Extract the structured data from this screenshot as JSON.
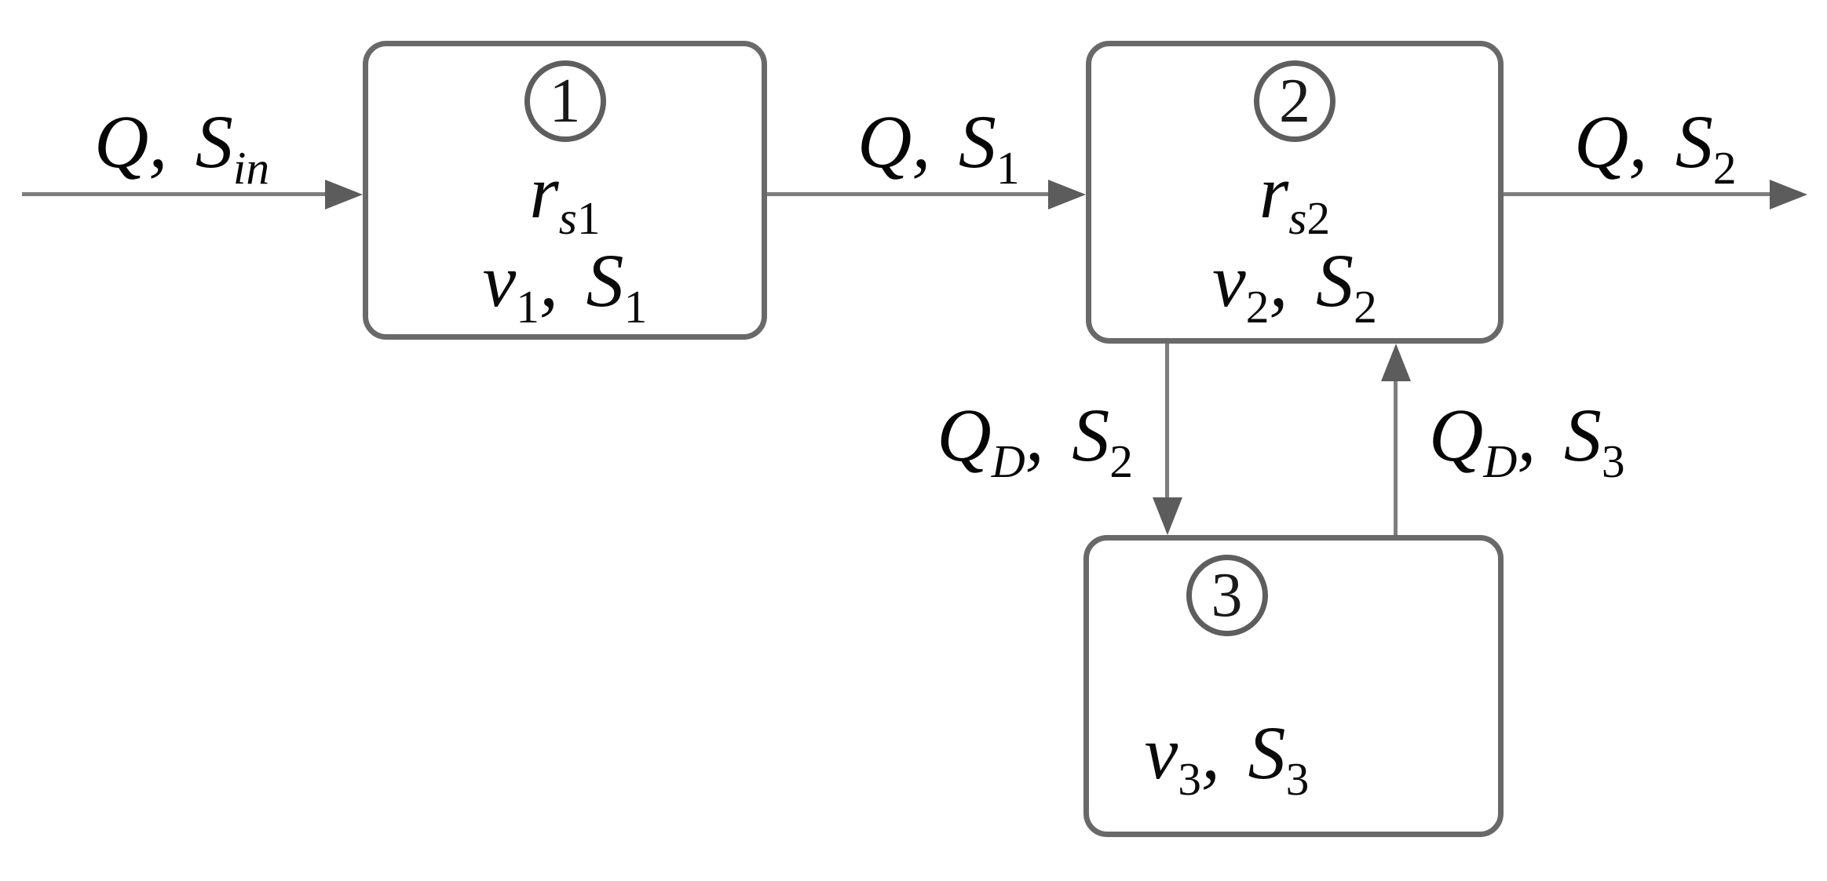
{
  "tanks": [
    {
      "number": "1",
      "rate_label": {
        "base": "r",
        "sub_letter": "s",
        "sub_digit": "1"
      },
      "state_label": {
        "p0": "v",
        "s0": "1",
        "p1": ", S",
        "s1": "1"
      }
    },
    {
      "number": "2",
      "rate_label": {
        "base": "r",
        "sub_letter": "s",
        "sub_digit": "2"
      },
      "state_label": {
        "p0": "v",
        "s0": "2",
        "p1": ", S",
        "s1": "2"
      }
    },
    {
      "number": "3",
      "state_label": {
        "p0": "v",
        "s0": "3",
        "p1": ", S",
        "s1": "3"
      }
    }
  ],
  "flows": {
    "inlet": {
      "p0": "Q, S",
      "s0": "in"
    },
    "tank1_to_tank2": {
      "p0": "Q, S",
      "s0": "1"
    },
    "outlet": {
      "p0": "Q, S",
      "s0": "2"
    },
    "tank2_to_tank3": {
      "p0": "Q",
      "s0": "D",
      "p1": ", S",
      "s1": "2"
    },
    "tank3_to_tank2": {
      "p0": "Q",
      "s0": "D",
      "p1": ", S",
      "s1": "3"
    }
  },
  "colors": {
    "background": "#ffffff",
    "box_border": "#696969",
    "circle_border": "#5e5e5e",
    "arrow_line": "#7d7d7d",
    "arrow_head": "#5c5c5c",
    "text": "#0b0b0b"
  }
}
